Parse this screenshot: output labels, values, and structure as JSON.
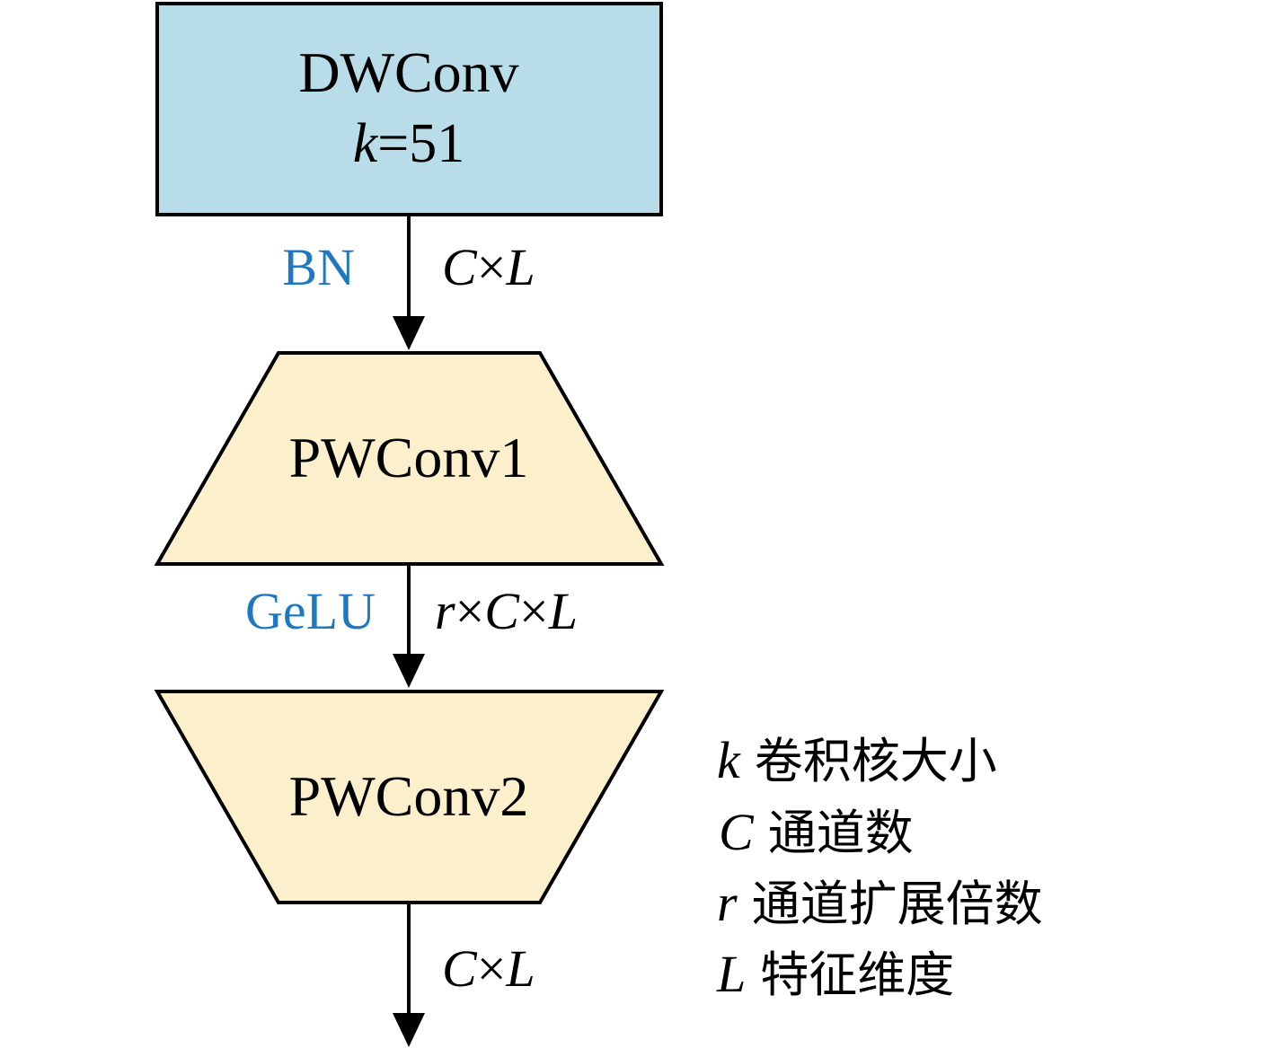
{
  "colors": {
    "dwconv_fill": "#b8dde8",
    "pwconv_fill": "#fcefcc",
    "stroke": "#000000",
    "activation_text": "#1f78c0",
    "text": "#000000"
  },
  "blocks": {
    "dwconv": {
      "title": "DWConv",
      "param_var": "k",
      "param_value": "=51"
    },
    "pwconv1": {
      "title": "PWConv1"
    },
    "pwconv2": {
      "title": "PWConv2"
    }
  },
  "edges": [
    {
      "activation": "BN",
      "shape_parts": [
        "C",
        "×",
        "L"
      ]
    },
    {
      "activation": "GeLU",
      "shape_parts": [
        "r",
        "×",
        "C",
        "×",
        "L"
      ]
    },
    {
      "activation": "",
      "shape_parts": [
        "C",
        "×",
        "L"
      ]
    }
  ],
  "legend": [
    {
      "symbol": "k",
      "label": "卷积核大小"
    },
    {
      "symbol": "C",
      "label": "通道数"
    },
    {
      "symbol": "r",
      "label": "通道扩展倍数"
    },
    {
      "symbol": "L",
      "label": "特征维度"
    }
  ]
}
